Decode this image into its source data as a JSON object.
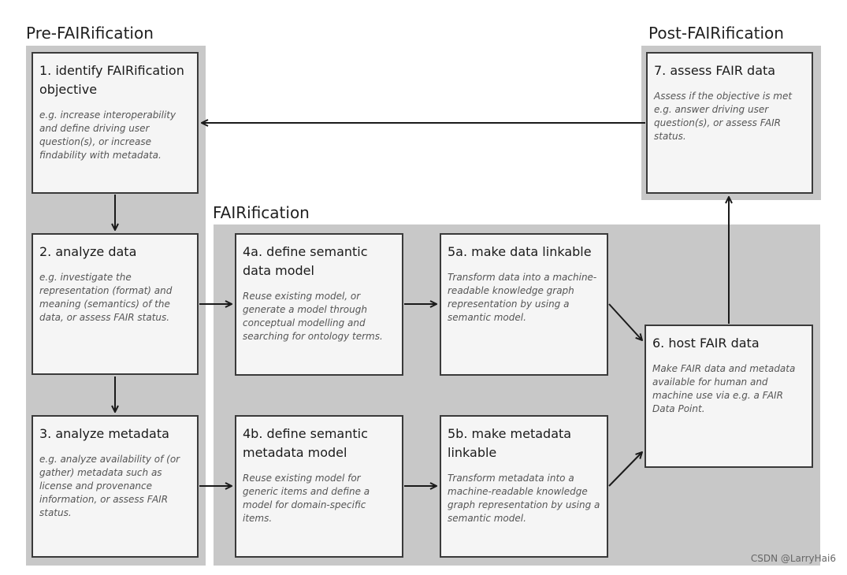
{
  "sections": {
    "pre": "Pre-FAIRification",
    "post": "Post-FAIRification",
    "fair": "FAIRification"
  },
  "steps": {
    "s1": {
      "title": "1. identify FAIRification objective",
      "desc": "e.g. increase interoperability and define driving user question(s), or increase findability with metadata."
    },
    "s2": {
      "title": "2. analyze data",
      "desc": "e.g. investigate the representation (format) and meaning (semantics) of the data, or assess FAIR status."
    },
    "s3": {
      "title": "3. analyze metadata",
      "desc": "e.g. analyze availability of (or gather) metadata such as license and provenance information, or assess FAIR status."
    },
    "s4a": {
      "title": "4a. define semantic data model",
      "desc": "Reuse existing model, or generate a model through conceptual modelling and searching for ontology terms."
    },
    "s4b": {
      "title": "4b. define semantic metadata model",
      "desc": "Reuse existing model for generic items and define a model for domain-specific items."
    },
    "s5a": {
      "title": "5a. make data linkable",
      "desc": "Transform data into a machine-readable knowledge graph representation by using a semantic model."
    },
    "s5b": {
      "title": "5b. make metadata linkable",
      "desc": "Transform metadata into a machine-readable knowledge graph representation by using a semantic model."
    },
    "s6": {
      "title": "6. host FAIR data",
      "desc": "Make FAIR data and metadata available for human and machine use via e.g. a FAIR Data Point."
    },
    "s7": {
      "title": "7. assess FAIR data",
      "desc": "Assess if the objective is met e.g. answer driving user question(s), or assess FAIR status."
    }
  },
  "watermark": "CSDN @LarryHai6"
}
